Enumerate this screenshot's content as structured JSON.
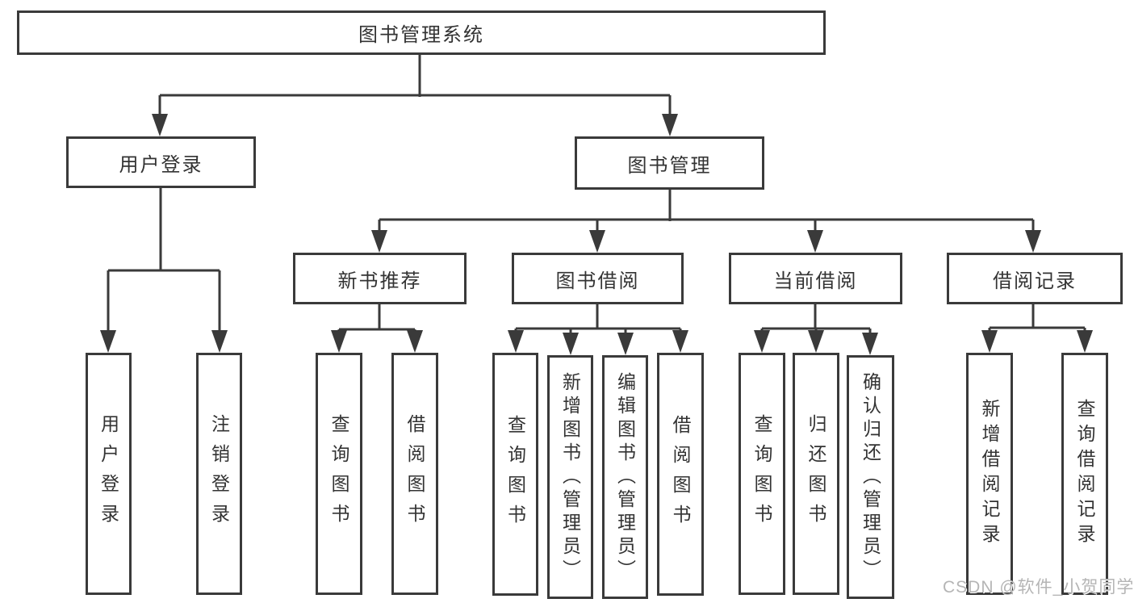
{
  "diagram": {
    "title": "图书管理系统",
    "branches": [
      {
        "label": "用户登录",
        "children": [
          "用户登录",
          "注销登录"
        ]
      },
      {
        "label": "图书管理",
        "children": [
          {
            "label": "新书推荐",
            "children": [
              "查询图书",
              "借阅图书"
            ]
          },
          {
            "label": "图书借阅",
            "children": [
              "查询图书",
              "新增图书（管理员）",
              "编辑图书（管理员）",
              "借阅图书"
            ]
          },
          {
            "label": "当前借阅",
            "children": [
              "查询图书",
              "归还图书",
              "确认归还（管理员）"
            ]
          },
          {
            "label": "借阅记录",
            "children": [
              "新增借阅记录",
              "查询借阅记录"
            ]
          }
        ]
      }
    ],
    "colors": {
      "line": "#3a3a3a",
      "text": "#333333",
      "watermark": "#b5b5b5"
    }
  },
  "watermark": "CSDN @软件_小贺同学"
}
